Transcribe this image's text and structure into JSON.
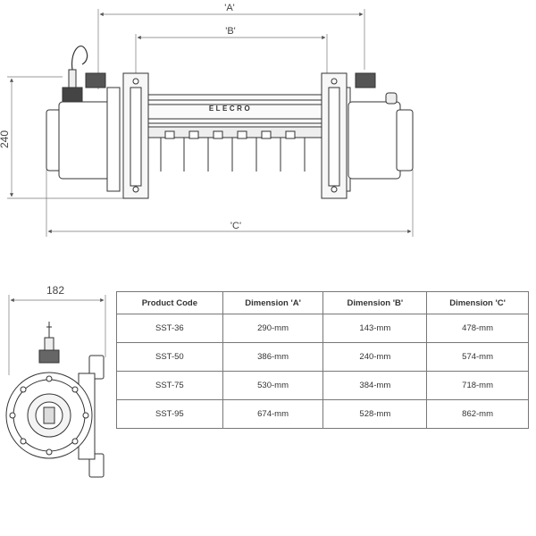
{
  "dimensions": {
    "a_label": "'A'",
    "b_label": "'B'",
    "c_label": "'C'",
    "height_label": "240",
    "width_label": "182"
  },
  "brand_mark": "ELECRO",
  "table": {
    "headers": [
      "Product Code",
      "Dimension 'A'",
      "Dimension 'B'",
      "Dimension 'C'"
    ],
    "rows": [
      [
        "SST-36",
        "290-mm",
        "143-mm",
        "478-mm"
      ],
      [
        "SST-50",
        "386-mm",
        "240-mm",
        "574-mm"
      ],
      [
        "SST-75",
        "530-mm",
        "384-mm",
        "718-mm"
      ],
      [
        "SST-95",
        "674-mm",
        "528-mm",
        "862-mm"
      ]
    ]
  }
}
